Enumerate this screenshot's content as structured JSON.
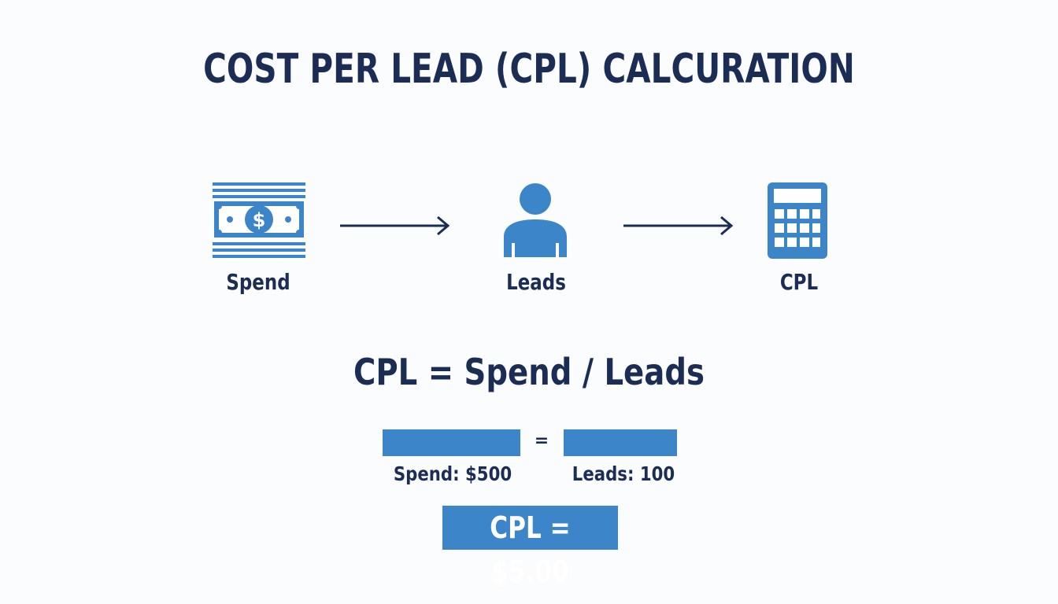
{
  "title": "COST PER LEAD (CPL) CALCURATION",
  "steps": [
    {
      "label": "Spend",
      "icon": "money-bill-icon"
    },
    {
      "label": "Leads",
      "icon": "person-icon"
    },
    {
      "label": "CPL",
      "icon": "calculator-icon"
    }
  ],
  "formula": "CPL = Spend / Leads",
  "equals_sign": "=",
  "inputs": {
    "spend_label": "Spend: $500",
    "leads_label": "Leads: 100"
  },
  "result": "CPL = $5.00",
  "colors": {
    "navy": "#1b2d55",
    "accent_blue": "#3d85c9",
    "background": "#fbfcfd"
  }
}
